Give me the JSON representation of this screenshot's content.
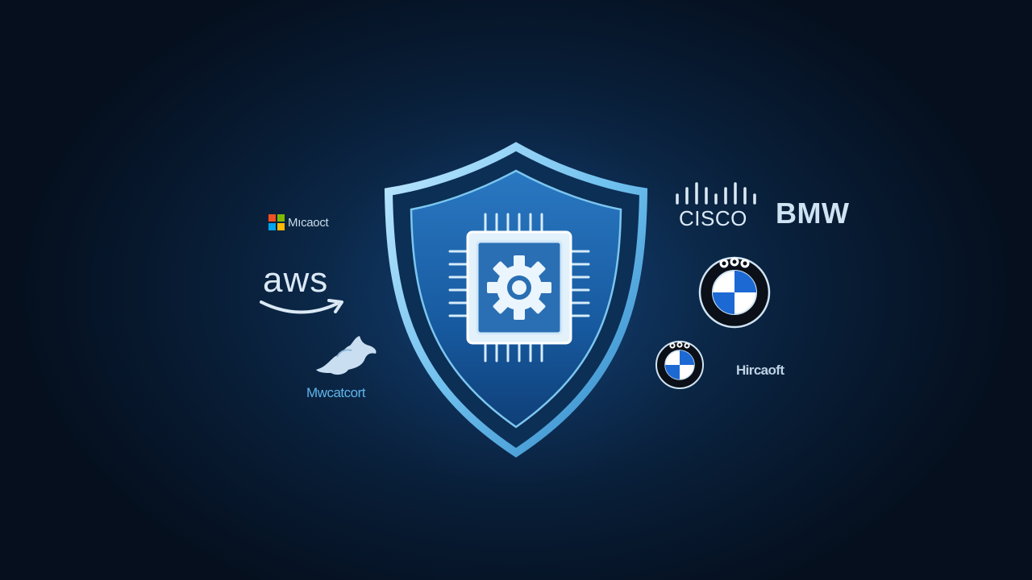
{
  "logos": {
    "microsoft_top": "Mıcaoct",
    "aws": "aws",
    "microsoft_bottom": "Mwcatcort",
    "cisco": "CISCO",
    "bmw": "BMW",
    "microsoft_right": "Hircaoft"
  },
  "icons": {
    "center": "shield-chip-gear-icon",
    "microsoft": "microsoft-grid-icon",
    "aws_smile": "aws-smile-arrow-icon",
    "cisco_bars": "cisco-bars-icon",
    "bmw_badge": "bmw-roundel-icon",
    "bird": "bird-icon"
  },
  "colors": {
    "background": "#081c34",
    "shield_border": "#8ad0f3",
    "shield_fill": "#1a5ea4",
    "accent": "#5fb4ea",
    "ms_red": "#f25022",
    "ms_green": "#7fba00",
    "ms_blue": "#00a4ef",
    "ms_yellow": "#ffb900",
    "bmw_blue": "#1c69d4"
  }
}
